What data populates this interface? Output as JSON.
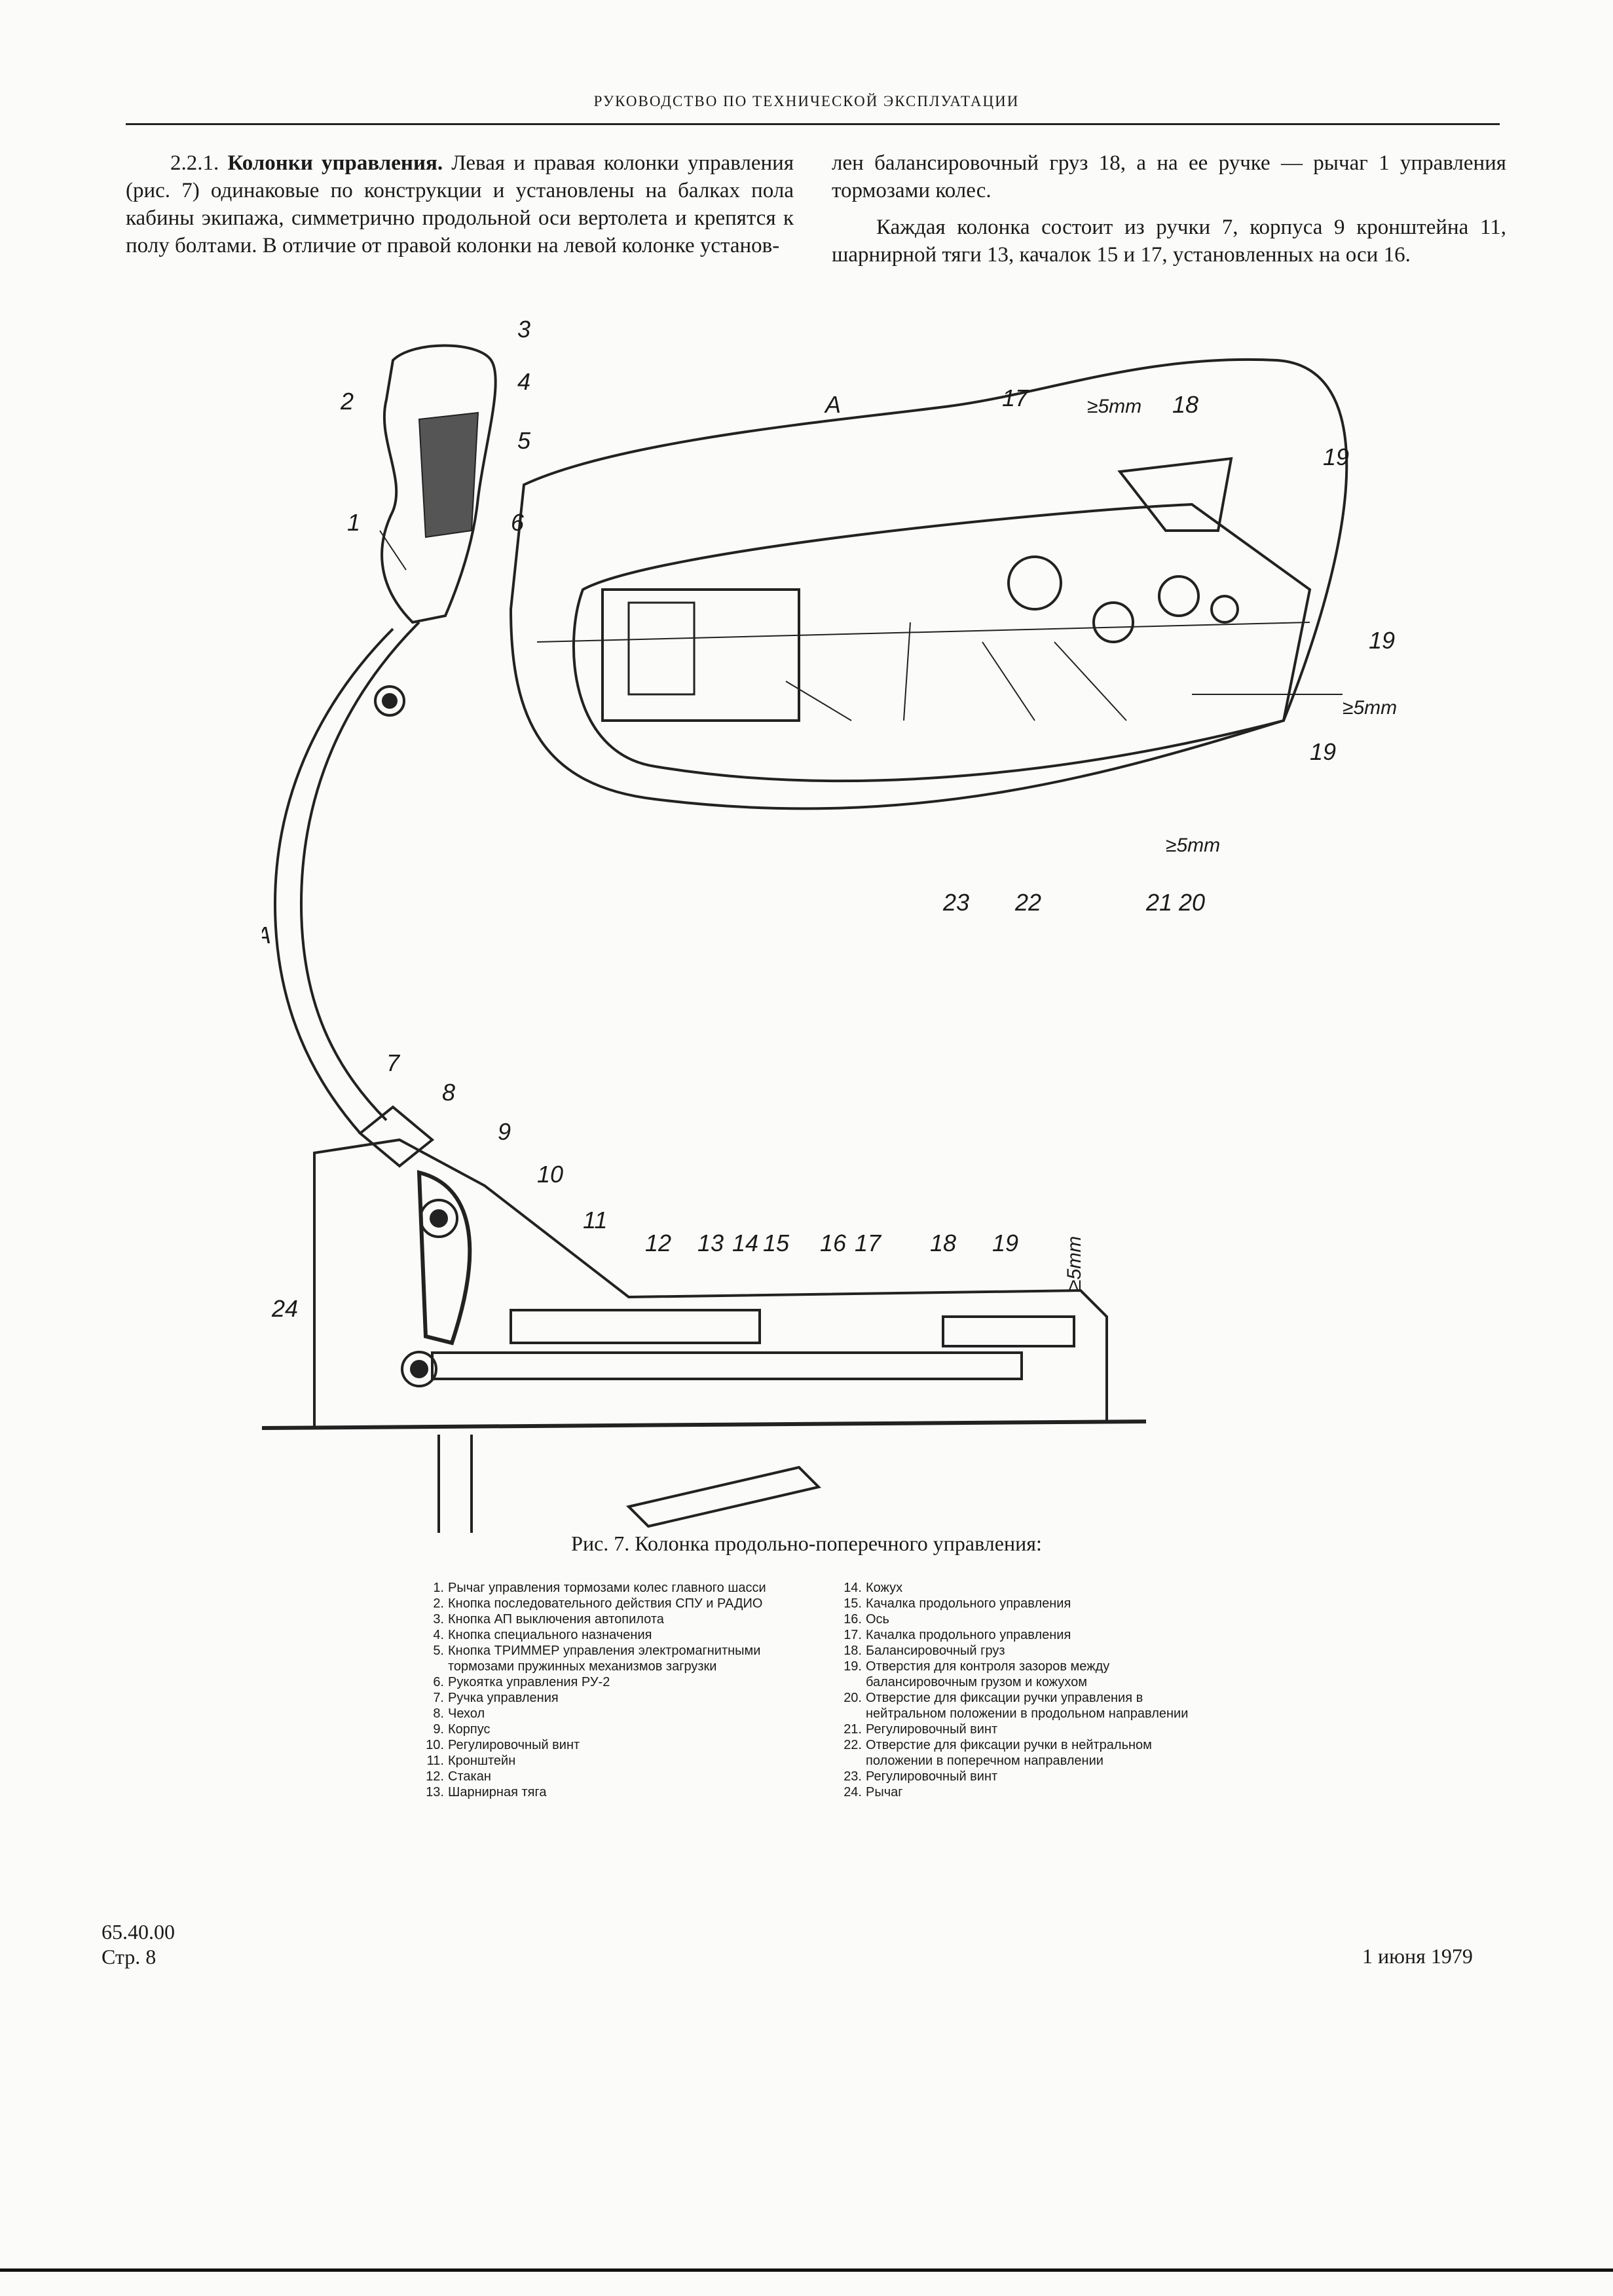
{
  "header": {
    "running_title": "РУКОВОДСТВО ПО ТЕХНИЧЕСКОЙ ЭКСПЛУАТАЦИИ"
  },
  "body": {
    "para1_num": "2.2.1. ",
    "para1_bold": "Колонки управления.",
    "para1_text": " Левая и правая колонки управления (рис. 7) одинаковые по конструкции и установлены на балках пола кабины экипажа, симметрично продольной оси вертолета и крепятся к полу болтами. В отличие от правой колонки на левой колонке установ-",
    "para1_cont": "лен балансировочный груз 18, а на ее ручке — рычаг 1 управления тормозами колес.",
    "para2": "Каждая колонка состоит из ручки 7, корпуса 9 кронштейна 11, шарнирной тяги 13, качалок 15 и 17, установленных на оси 16."
  },
  "figure": {
    "view_label": "A",
    "arrow_label": "A",
    "gap_top": "≥5mm",
    "gap_right": "≥5mm",
    "gap_bottom": "≥5mm",
    "gap_side": "≥5mm",
    "callouts": {
      "c1": "1",
      "c2": "2",
      "c3": "3",
      "c4": "4",
      "c5": "5",
      "c6": "6",
      "c7": "7",
      "c8": "8",
      "c9": "9",
      "c10": "10",
      "c11": "11",
      "c12": "12",
      "c13": "13",
      "c14": "14",
      "c15": "15",
      "c16": "16",
      "c17": "17",
      "c18": "18",
      "c19": "19",
      "c24": "24",
      "t17": "17",
      "t18": "18",
      "t19a": "19",
      "t19b": "19",
      "t19c": "19",
      "t20": "20",
      "t21": "21",
      "t22": "22",
      "t23": "23"
    },
    "caption": "Рис. 7. Колонка продольно-поперечного управления:"
  },
  "legend_left": [
    {
      "num": "1.",
      "text": "Рычаг управления тормозами колес главного шасси"
    },
    {
      "num": "2.",
      "text": "Кнопка последовательного действия СПУ и РАДИО"
    },
    {
      "num": "3.",
      "text": "Кнопка АП выключения автопилота"
    },
    {
      "num": "4.",
      "text": "Кнопка специального назначения"
    },
    {
      "num": "5.",
      "text": "Кнопка ТРИММЕР управления электромагнитными тормозами пружинных механизмов загрузки"
    },
    {
      "num": "6.",
      "text": "Рукоятка управления РУ-2"
    },
    {
      "num": "7.",
      "text": "Ручка управления"
    },
    {
      "num": "8.",
      "text": "Чехол"
    },
    {
      "num": "9.",
      "text": "Корпус"
    },
    {
      "num": "10.",
      "text": "Регулировочный винт"
    },
    {
      "num": "11.",
      "text": "Кронштейн"
    },
    {
      "num": "12.",
      "text": "Стакан"
    },
    {
      "num": "13.",
      "text": "Шарнирная тяга"
    }
  ],
  "legend_right": [
    {
      "num": "14.",
      "text": "Кожух"
    },
    {
      "num": "15.",
      "text": "Качалка продольного управления"
    },
    {
      "num": "16.",
      "text": "Ось"
    },
    {
      "num": "17.",
      "text": "Качалка продольного управления"
    },
    {
      "num": "18.",
      "text": "Балансировочный груз"
    },
    {
      "num": "19.",
      "text": "Отверстия для контроля зазоров между балансировочным грузом и кожухом"
    },
    {
      "num": "20.",
      "text": "Отверстие для фиксации ручки управления в нейтральном положении в продольном направлении"
    },
    {
      "num": "21.",
      "text": "Регулировочный винт"
    },
    {
      "num": "22.",
      "text": "Отверстие для фиксации ручки в нейтральном положении в поперечном направлении"
    },
    {
      "num": "23.",
      "text": "Регулировочный винт"
    },
    {
      "num": "24.",
      "text": "Рычаг"
    }
  ],
  "footer": {
    "doc_code": "65.40.00",
    "page": "Стр. 8",
    "date": "1 июня 1979"
  }
}
